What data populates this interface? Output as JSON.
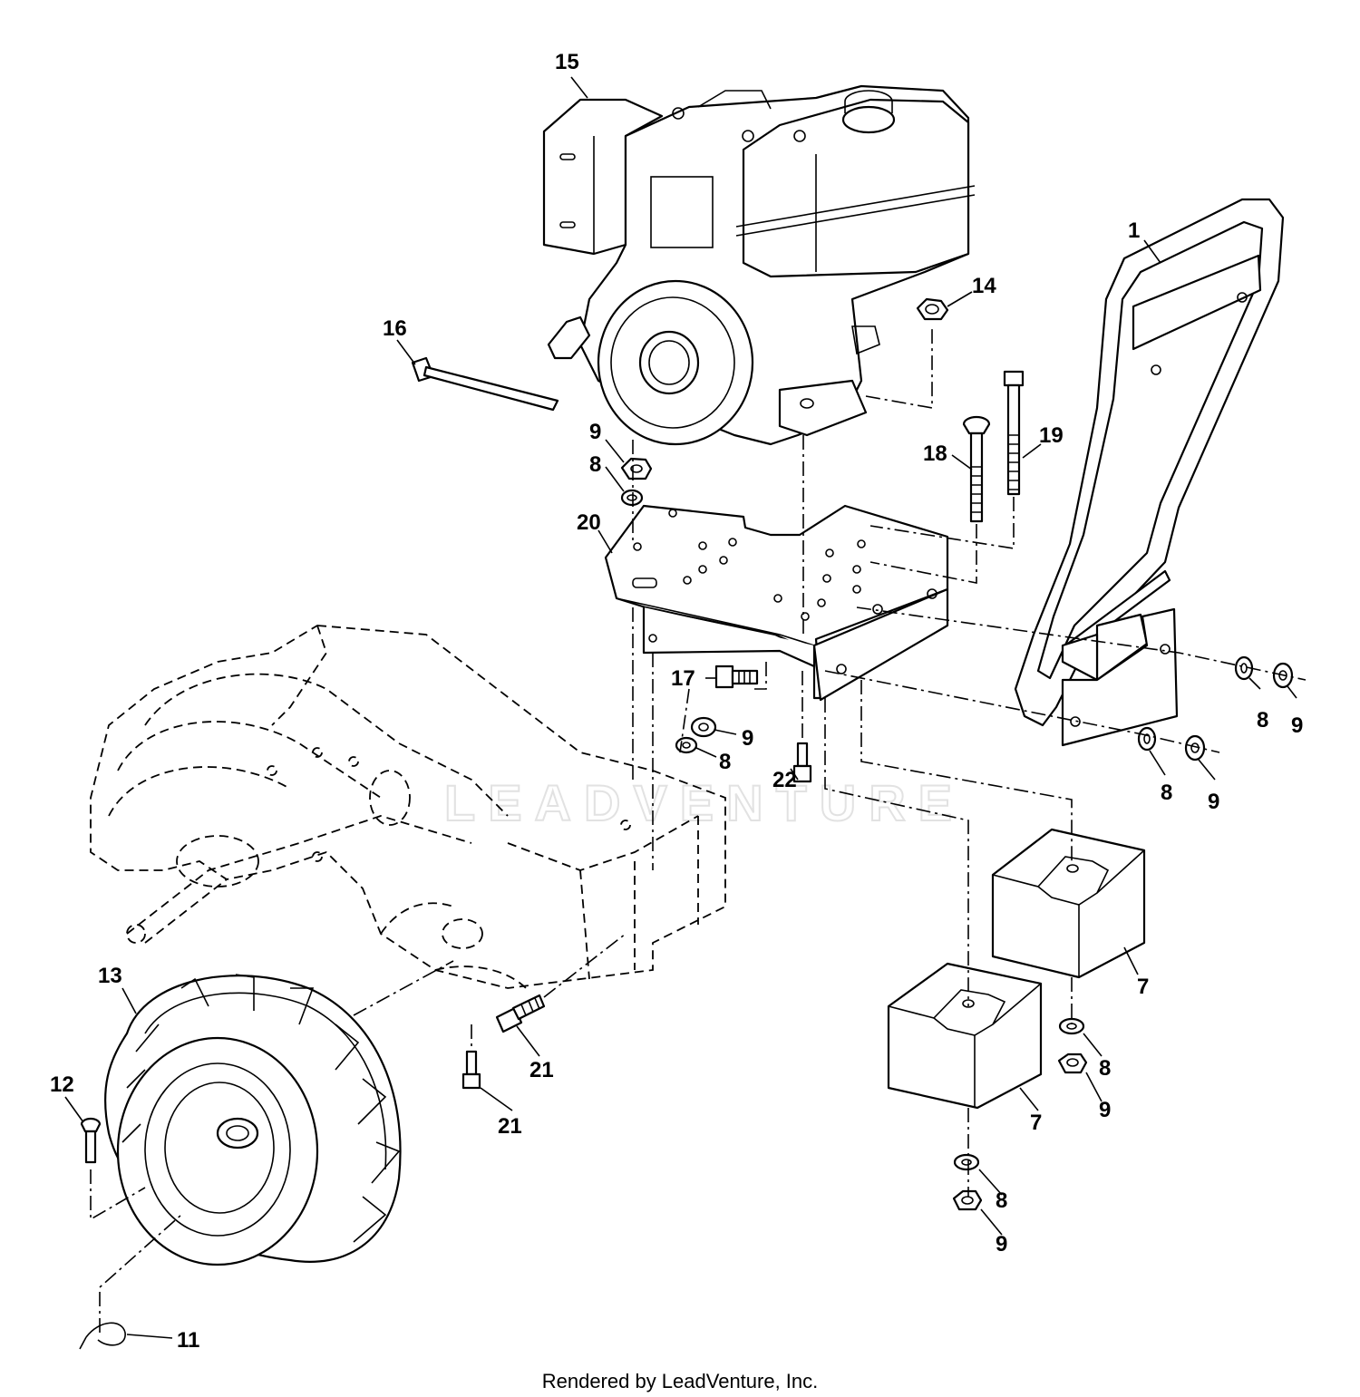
{
  "callouts": [
    {
      "id": "c15",
      "label": "15"
    },
    {
      "id": "c1",
      "label": "1"
    },
    {
      "id": "c14",
      "label": "14"
    },
    {
      "id": "c16",
      "label": "16"
    },
    {
      "id": "c9a",
      "label": "9"
    },
    {
      "id": "c8a",
      "label": "8"
    },
    {
      "id": "c18",
      "label": "18"
    },
    {
      "id": "c19",
      "label": "19"
    },
    {
      "id": "c20",
      "label": "20"
    },
    {
      "id": "c17",
      "label": "17"
    },
    {
      "id": "c9b",
      "label": "9"
    },
    {
      "id": "c8b",
      "label": "8"
    },
    {
      "id": "c22",
      "label": "22"
    },
    {
      "id": "c8c",
      "label": "8"
    },
    {
      "id": "c9c",
      "label": "9"
    },
    {
      "id": "c8d",
      "label": "8"
    },
    {
      "id": "c9d",
      "label": "9"
    },
    {
      "id": "c13",
      "label": "13"
    },
    {
      "id": "c7a",
      "label": "7"
    },
    {
      "id": "c12",
      "label": "12"
    },
    {
      "id": "c21a",
      "label": "21"
    },
    {
      "id": "c21b",
      "label": "21"
    },
    {
      "id": "c8e",
      "label": "8"
    },
    {
      "id": "c9e",
      "label": "9"
    },
    {
      "id": "c7b",
      "label": "7"
    },
    {
      "id": "c8f",
      "label": "8"
    },
    {
      "id": "c9f",
      "label": "9"
    },
    {
      "id": "c11",
      "label": "11"
    }
  ],
  "watermark": "LEADVENTURE",
  "footer": "Rendered by LeadVenture, Inc."
}
